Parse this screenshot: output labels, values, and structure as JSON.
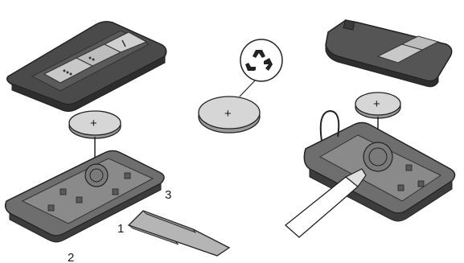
{
  "step_labels": {
    "pry_point": "1",
    "case_bottom": "2",
    "release_point": "3"
  },
  "battery": {
    "polarity_mark": "+",
    "recycle_icon": "recycle-icon"
  },
  "colors": {
    "case_dark": "#3c3c3c",
    "case_mid": "#6e6e6e",
    "case_light": "#9a9a9a",
    "button_light": "#c8c8c8",
    "battery_fill": "#d6d6d6",
    "outline": "#222222"
  }
}
